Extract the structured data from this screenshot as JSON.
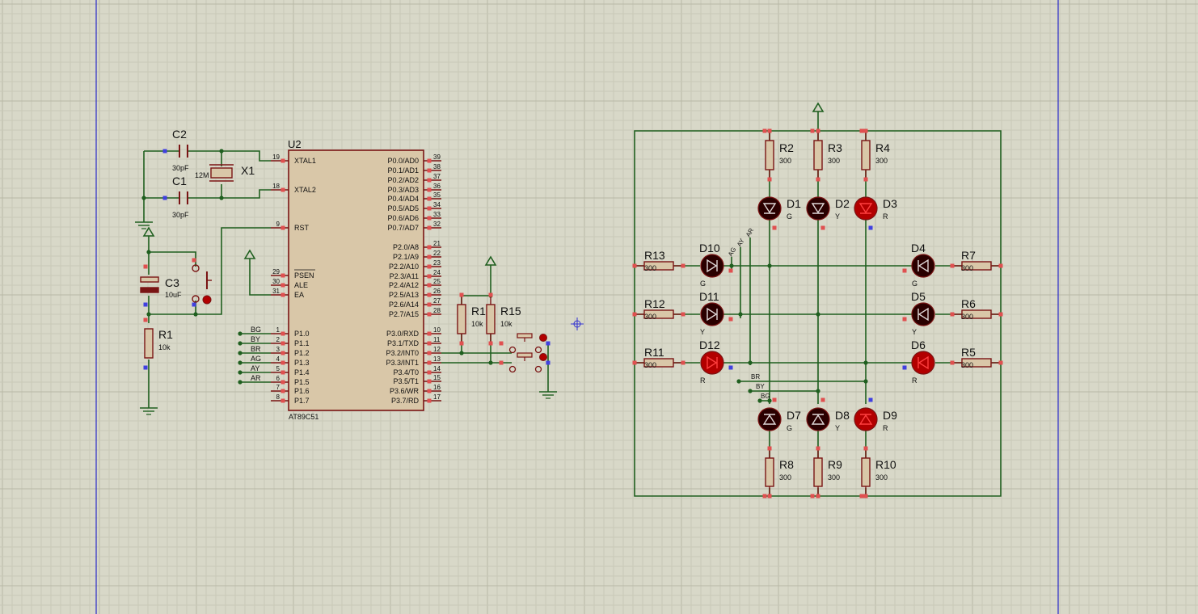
{
  "colors": {
    "background": "#d8d8c8",
    "grid_minor": "#c9c9b7",
    "grid_major": "#b8b8a6",
    "margin_line": "#2a2ac8",
    "wire": "#1f5f1f",
    "component": "#7a1414",
    "component_fill": "#d9c7a8",
    "led_on": "#b20000",
    "led_off": "#2a0000",
    "pin_red": "#e05050",
    "pin_blue": "#4040e0",
    "text": "#101010"
  },
  "mcu": {
    "ref": "U2",
    "part": "AT89C51",
    "left_pins": [
      {
        "num": "19",
        "name": "XTAL1"
      },
      {
        "num": "18",
        "name": "XTAL2"
      },
      {
        "num": "9",
        "name": "RST"
      },
      {
        "num": "29",
        "name": "PSEN"
      },
      {
        "num": "30",
        "name": "ALE"
      },
      {
        "num": "31",
        "name": "EA"
      },
      {
        "num": "1",
        "name": "P1.0"
      },
      {
        "num": "2",
        "name": "P1.1"
      },
      {
        "num": "3",
        "name": "P1.2"
      },
      {
        "num": "4",
        "name": "P1.3"
      },
      {
        "num": "5",
        "name": "P1.4"
      },
      {
        "num": "6",
        "name": "P1.5"
      },
      {
        "num": "7",
        "name": "P1.6"
      },
      {
        "num": "8",
        "name": "P1.7"
      }
    ],
    "right_pins": [
      {
        "num": "39",
        "name": "P0.0/AD0"
      },
      {
        "num": "38",
        "name": "P0.1/AD1"
      },
      {
        "num": "37",
        "name": "P0.2/AD2"
      },
      {
        "num": "36",
        "name": "P0.3/AD3"
      },
      {
        "num": "35",
        "name": "P0.4/AD4"
      },
      {
        "num": "34",
        "name": "P0.5/AD5"
      },
      {
        "num": "33",
        "name": "P0.6/AD6"
      },
      {
        "num": "32",
        "name": "P0.7/AD7"
      },
      {
        "num": "21",
        "name": "P2.0/A8"
      },
      {
        "num": "22",
        "name": "P2.1/A9"
      },
      {
        "num": "23",
        "name": "P2.2/A10"
      },
      {
        "num": "24",
        "name": "P2.3/A11"
      },
      {
        "num": "25",
        "name": "P2.4/A12"
      },
      {
        "num": "26",
        "name": "P2.5/A13"
      },
      {
        "num": "27",
        "name": "P2.6/A14"
      },
      {
        "num": "28",
        "name": "P2.7/A15"
      },
      {
        "num": "10",
        "name": "P3.0/RXD"
      },
      {
        "num": "11",
        "name": "P3.1/TXD"
      },
      {
        "num": "12",
        "name": "P3.2/INT0"
      },
      {
        "num": "13",
        "name": "P3.3/INT1"
      },
      {
        "num": "14",
        "name": "P3.4/T0"
      },
      {
        "num": "15",
        "name": "P3.5/T1"
      },
      {
        "num": "16",
        "name": "P3.6/WR"
      },
      {
        "num": "17",
        "name": "P3.7/RD"
      }
    ],
    "p1_net_labels": [
      "BG",
      "BY",
      "BR",
      "AG",
      "AY",
      "AR"
    ]
  },
  "oscillator": {
    "c2": {
      "ref": "C2",
      "value": "30pF"
    },
    "c1": {
      "ref": "C1",
      "value": "30pF"
    },
    "crystal": {
      "ref": "X1",
      "value": "12M"
    }
  },
  "reset": {
    "cap": {
      "ref": "C3",
      "value": "10uF"
    },
    "res": {
      "ref": "R1",
      "value": "10k"
    }
  },
  "buttons": {
    "r1": {
      "ref": "R1",
      "value": "10k"
    },
    "r15": {
      "ref": "R15",
      "value": "10k"
    }
  },
  "traffic": {
    "top_res": [
      {
        "ref": "R2",
        "value": "300"
      },
      {
        "ref": "R3",
        "value": "300"
      },
      {
        "ref": "R4",
        "value": "300"
      }
    ],
    "top_leds": [
      {
        "ref": "D1",
        "color": "G",
        "lit": false
      },
      {
        "ref": "D2",
        "color": "Y",
        "lit": false
      },
      {
        "ref": "D3",
        "color": "R",
        "lit": true
      }
    ],
    "left_res": [
      {
        "ref": "R13",
        "value": "300"
      },
      {
        "ref": "R12",
        "value": "300"
      },
      {
        "ref": "R11",
        "value": "300"
      }
    ],
    "left_leds": [
      {
        "ref": "D10",
        "color": "G",
        "lit": false
      },
      {
        "ref": "D11",
        "color": "Y",
        "lit": false
      },
      {
        "ref": "D12",
        "color": "R",
        "lit": true
      }
    ],
    "right_res": [
      {
        "ref": "R7",
        "value": "300"
      },
      {
        "ref": "R6",
        "value": "300"
      },
      {
        "ref": "R5",
        "value": "300"
      }
    ],
    "right_leds": [
      {
        "ref": "D4",
        "color": "G",
        "lit": false
      },
      {
        "ref": "D5",
        "color": "Y",
        "lit": false
      },
      {
        "ref": "D6",
        "color": "R",
        "lit": true
      }
    ],
    "bottom_res": [
      {
        "ref": "R8",
        "value": "300"
      },
      {
        "ref": "R9",
        "value": "300"
      },
      {
        "ref": "R10",
        "value": "300"
      }
    ],
    "bottom_leds": [
      {
        "ref": "D7",
        "color": "G",
        "lit": false
      },
      {
        "ref": "D8",
        "color": "Y",
        "lit": false
      },
      {
        "ref": "D9",
        "color": "R",
        "lit": true
      }
    ],
    "net_labels_upper": [
      "AG",
      "AY",
      "AR"
    ],
    "net_labels_lower": [
      "BR",
      "BY",
      "BG"
    ]
  }
}
